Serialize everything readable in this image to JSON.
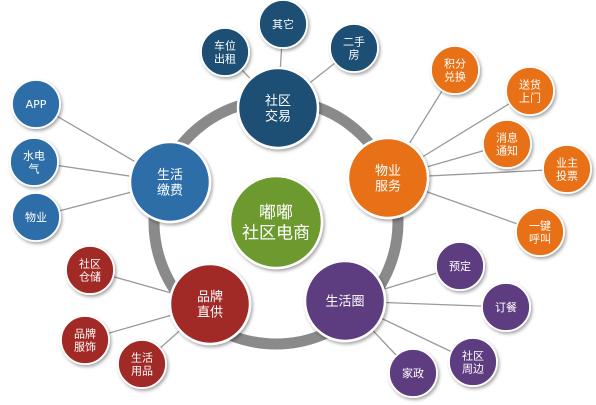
{
  "colors": {
    "ring": "#8a8a8a",
    "link": "#9a9a9a",
    "center": "#6c9a2e",
    "trade": "#1f4f73",
    "pay": "#2e6ea8",
    "property": "#e86f12",
    "brand": "#a12a28",
    "life": "#5d3e80"
  },
  "center": {
    "label": [
      "嘟嘟",
      "社区电商"
    ]
  },
  "hubs": [
    {
      "id": "trade",
      "label": [
        "社区",
        "交易"
      ],
      "color_key": "trade",
      "leaves": [
        [
          "车位",
          "出租"
        ],
        [
          "其它"
        ],
        [
          "二手",
          "房"
        ]
      ]
    },
    {
      "id": "pay",
      "label": [
        "生活",
        "缴费"
      ],
      "color_key": "pay",
      "leaves": [
        [
          "APP"
        ],
        [
          "水电",
          "气"
        ],
        [
          "物业"
        ]
      ]
    },
    {
      "id": "property",
      "label": [
        "物业",
        "服务"
      ],
      "color_key": "property",
      "leaves": [
        [
          "积分",
          "兑换"
        ],
        [
          "送货",
          "上门"
        ],
        [
          "消息",
          "通知"
        ],
        [
          "业主",
          "投票"
        ],
        [
          "一键",
          "呼叫"
        ]
      ]
    },
    {
      "id": "brand",
      "label": [
        "品牌",
        "直供"
      ],
      "color_key": "brand",
      "leaves": [
        [
          "社区",
          "仓储"
        ],
        [
          "品牌",
          "服饰"
        ],
        [
          "生活",
          "用品"
        ]
      ]
    },
    {
      "id": "life",
      "label": [
        "生活圈"
      ],
      "color_key": "life",
      "leaves": [
        [
          "预定"
        ],
        [
          "订餐"
        ],
        [
          "社区",
          "周边"
        ],
        [
          "家政"
        ]
      ]
    }
  ]
}
